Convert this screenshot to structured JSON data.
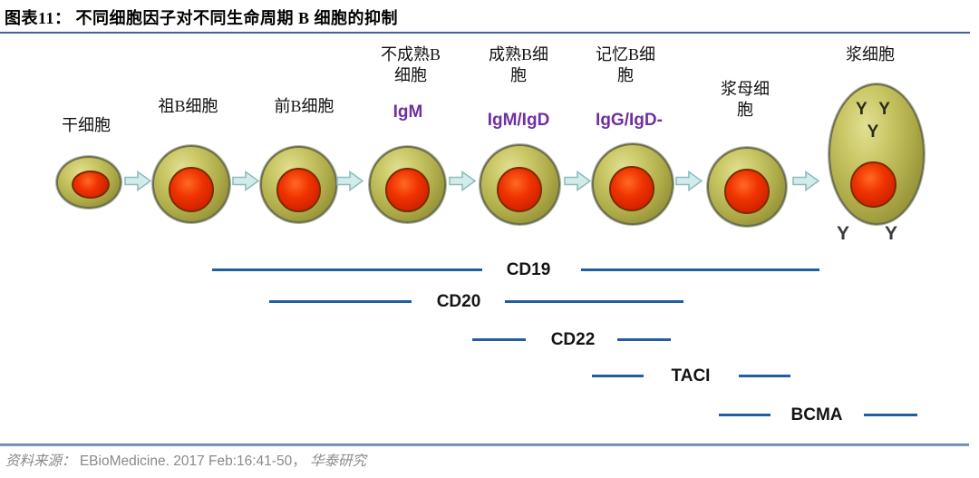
{
  "header": {
    "title": "图表11：  不同细胞因子对不同生命周期 B 细胞的抑制"
  },
  "stages": [
    {
      "label": "干细胞",
      "marker": ""
    },
    {
      "label": "祖B细胞",
      "marker": ""
    },
    {
      "label": "前B细胞",
      "marker": ""
    },
    {
      "label": "不成熟B\n细胞",
      "marker": "IgM"
    },
    {
      "label": "成熟B细\n胞",
      "marker": "IgM/IgD"
    },
    {
      "label": "记忆B细\n胞",
      "marker": "IgG/IgD-"
    },
    {
      "label": "浆母细\n胞",
      "marker": ""
    },
    {
      "label": "浆细胞",
      "marker": ""
    }
  ],
  "plasma_cell": {
    "antibodies_inside": "Y Y\nY",
    "antibody_secreted_left": "Y",
    "antibody_secreted_right": "Y"
  },
  "marker_bars": [
    {
      "label": "CD19"
    },
    {
      "label": "CD20"
    },
    {
      "label": "CD22"
    },
    {
      "label": "TACI"
    },
    {
      "label": "BCMA"
    }
  ],
  "footer": {
    "prefix": "资料来源：",
    "citation": "EBioMedicine. 2017 Feb:16:41-50，",
    "org": "华泰研究"
  },
  "icons": {
    "stage_arrow": "arrow-right-icon"
  },
  "colors": {
    "rule_top": "#41629b",
    "rule_bottom": "#7e9abe",
    "marker_line": "#1f5f9f",
    "marker_label_text": "#141414",
    "ig_label_text": "#7030a0",
    "cell_body": "#aeab49",
    "cell_nucleus": "#ef3300",
    "arrow_fill": "#d2ecec",
    "source_text": "#8a8a8a"
  }
}
